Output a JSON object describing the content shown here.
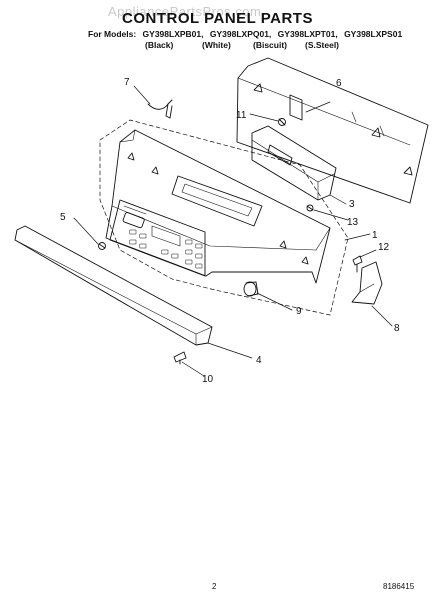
{
  "watermark": "AppliancePartsPros.com",
  "title": "CONTROL PANEL PARTS",
  "models": {
    "prefix": "For Models:",
    "list": [
      "GY398LXPB01,",
      "GY398LXPQ01,",
      "GY398LXPT01,",
      "GY398LXPS01"
    ],
    "colors": [
      "(Black)",
      "(White)",
      "(Biscuit)",
      "(S.Steel)"
    ]
  },
  "callouts": [
    "7",
    "6",
    "11",
    "3",
    "13",
    "5",
    "1",
    "12",
    "9",
    "8",
    "4",
    "10"
  ],
  "footer": {
    "page": "2",
    "doc_number": "8186415"
  }
}
